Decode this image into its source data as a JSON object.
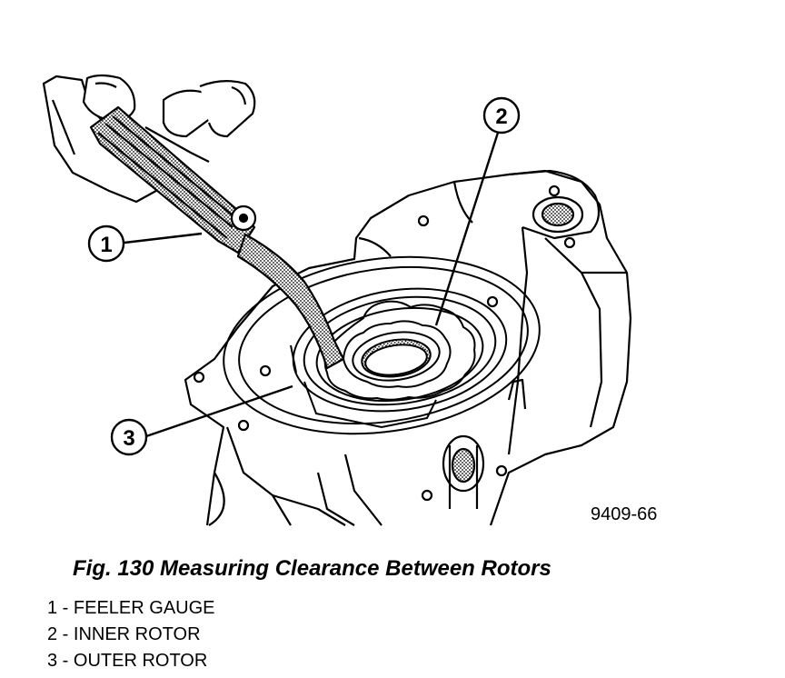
{
  "figure": {
    "code": "9409-66",
    "callouts": [
      {
        "number": "1",
        "target": "feeler-gauge"
      },
      {
        "number": "2",
        "target": "inner-rotor"
      },
      {
        "number": "3",
        "target": "outer-rotor"
      }
    ]
  },
  "caption": "Fig. 130 Measuring Clearance Between Rotors",
  "legend": [
    "1 - FEELER GAUGE",
    "2 - INNER ROTOR",
    "3 - OUTER ROTOR"
  ],
  "colors": {
    "ink": "#000000",
    "paper": "#ffffff",
    "shade": "#bdbdbd"
  }
}
